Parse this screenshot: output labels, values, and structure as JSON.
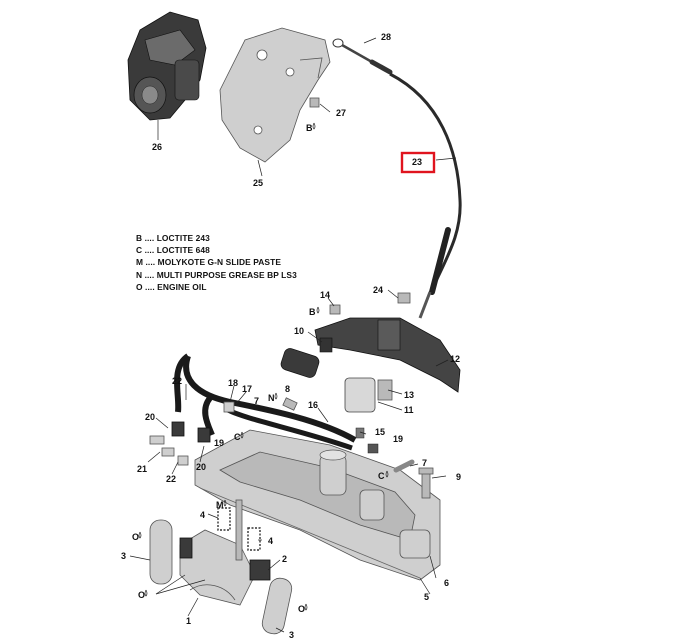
{
  "legend": [
    {
      "code": "B",
      "text": "LOCTITE 243"
    },
    {
      "code": "C",
      "text": "LOCTITE 648"
    },
    {
      "code": "M",
      "text": "MOLYKOTE G-N SLIDE PASTE"
    },
    {
      "code": "N",
      "text": "MULTI PURPOSE GREASE BP LS3"
    },
    {
      "code": "O",
      "text": "ENGINE OIL"
    }
  ],
  "legend_separator": " .... ",
  "highlighted_part": "23",
  "highlight_color": "#e0141e",
  "callouts": {
    "p1": "1",
    "p2": "2",
    "p3a": "3",
    "p3b": "3",
    "p4a": "4",
    "p4b": "4",
    "p5": "5",
    "p6": "6",
    "p7a": "7",
    "p7b": "7",
    "p8": "8",
    "p9": "9",
    "p10": "10",
    "p11": "11",
    "p12": "12",
    "p13": "13",
    "p14": "14",
    "p15": "15",
    "p16": "16",
    "p17": "17",
    "p18": "18",
    "p19a": "19",
    "p19b": "19",
    "p20a": "20",
    "p20b": "20",
    "p21": "21",
    "p22a": "22",
    "p22b": "22",
    "p23": "23",
    "p24": "24",
    "p25": "25",
    "p26": "26",
    "p27": "27",
    "p28": "28"
  },
  "product_codes": {
    "c27": "B",
    "c14": "B",
    "c8": "N",
    "c19": "C",
    "c7": "C",
    "c4": "M",
    "c3a": "O",
    "c3b": "O",
    "c0": "O"
  }
}
